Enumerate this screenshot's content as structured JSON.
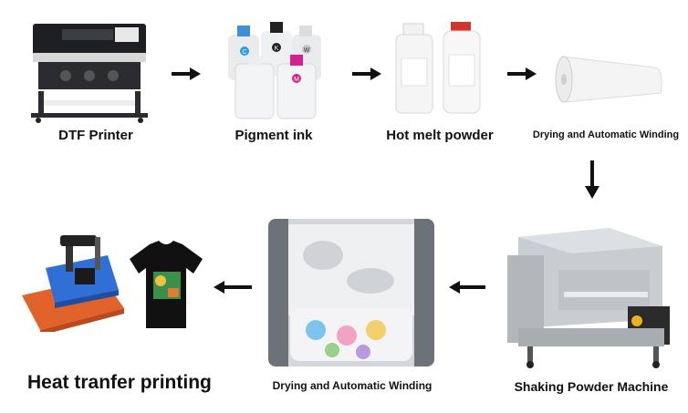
{
  "steps": {
    "printer": {
      "label": "DTF Printer"
    },
    "ink": {
      "label": "Pigment ink",
      "bottle_marks": [
        "C",
        "M",
        "W",
        "K"
      ]
    },
    "powder": {
      "label": "Hot melt powder"
    },
    "film": {
      "label": "Drying and Automatic Winding"
    },
    "shaker": {
      "label": "Shaking Powder Machine"
    },
    "winding": {
      "label": "Drying and Automatic Winding"
    },
    "heat": {
      "label": "Heat tranfer printing"
    }
  },
  "colors": {
    "arrow": "#111111",
    "heat_press_plate": "#2f6fd6",
    "heat_press_base": "#e2622c",
    "shirt": "#111111",
    "machine_body": "#c9ccd1"
  }
}
